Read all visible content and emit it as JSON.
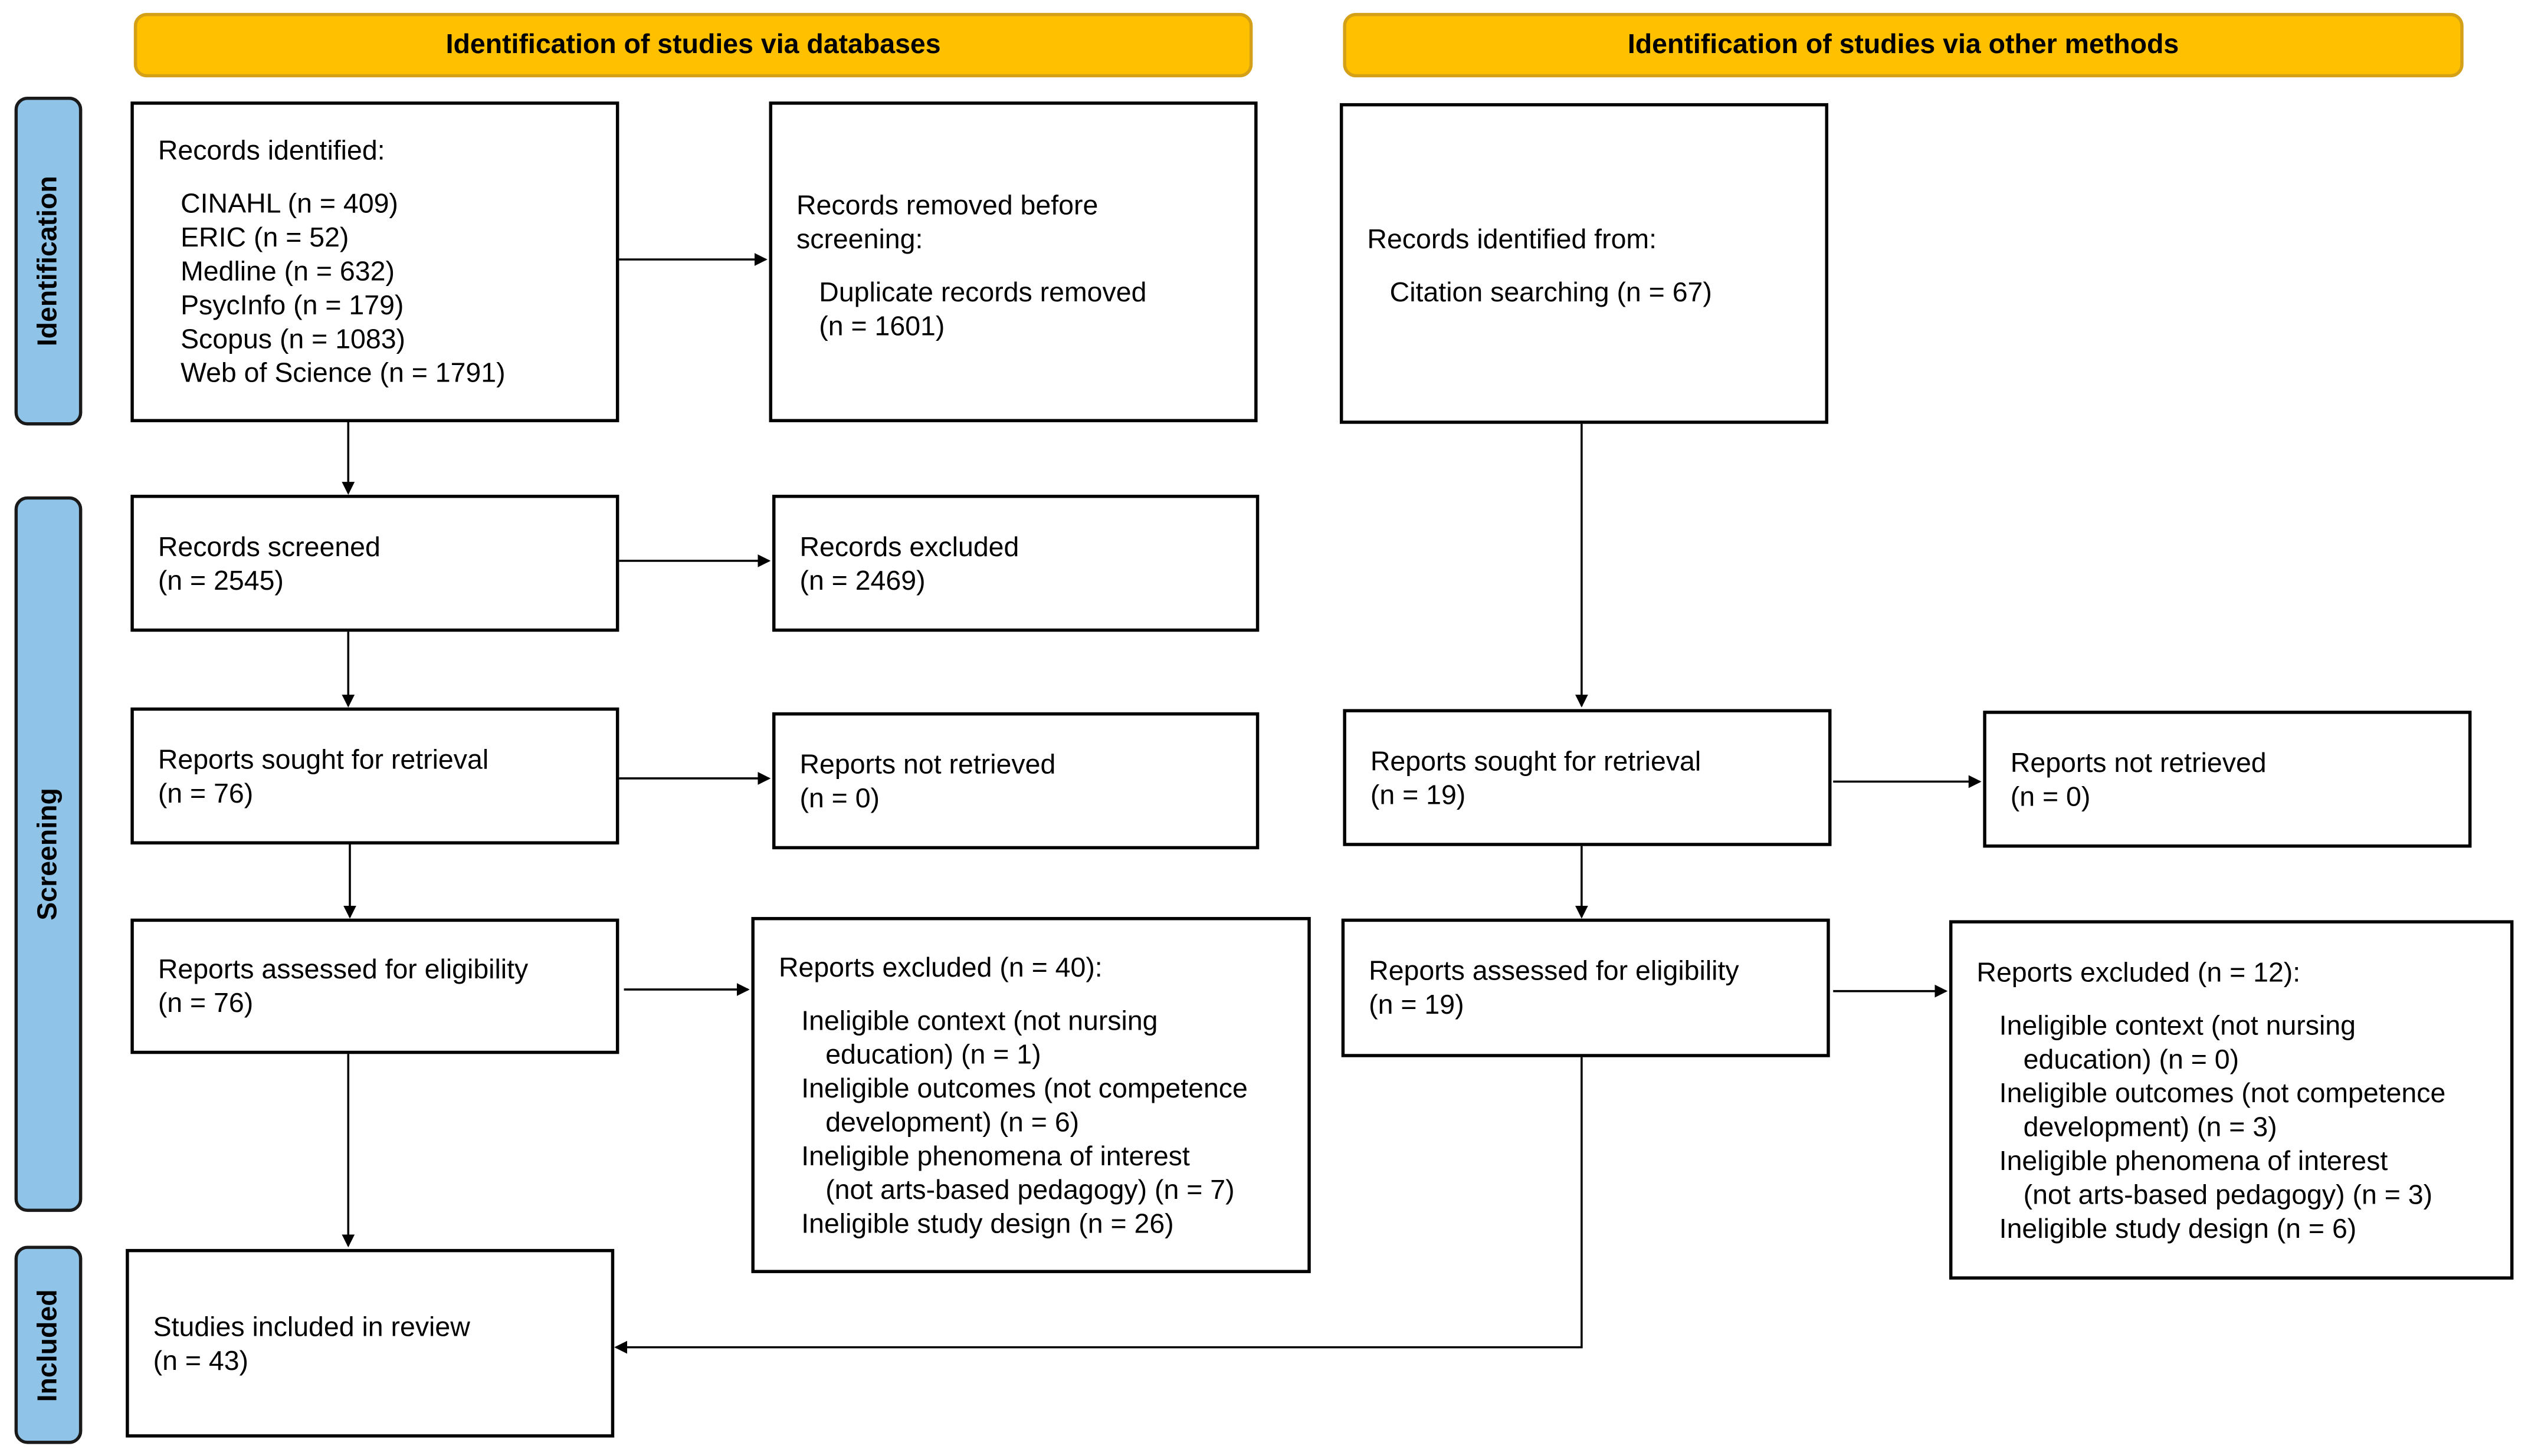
{
  "headers": {
    "databases": "Identification of studies via databases",
    "other": "Identification of studies via other methods"
  },
  "phases": {
    "identification": "Identification",
    "screening": "Screening",
    "included": "Included"
  },
  "colors": {
    "header": "#FFC000",
    "phase": "#8FC3E8"
  },
  "db": {
    "identified": {
      "title": "Records identified:",
      "sources": [
        "CINAHL (n = 409)",
        "ERIC (n = 52)",
        "Medline (n = 632)",
        "PsycInfo (n = 179)",
        "Scopus (n = 1083)",
        "Web of Science (n = 1791)"
      ]
    },
    "removed": {
      "title": "Records removed before",
      "title2": "screening:",
      "item": "Duplicate records removed",
      "item2": "(n = 1601)"
    },
    "screened": {
      "title": "Records screened",
      "n": "(n = 2545)"
    },
    "excluded": {
      "title": "Records excluded",
      "n": "(n = 2469)"
    },
    "sought": {
      "title": "Reports sought for retrieval",
      "n": "(n = 76)"
    },
    "not_retrieved": {
      "title": "Reports not retrieved",
      "n": "(n = 0)"
    },
    "assessed": {
      "title": "Reports assessed for eligibility",
      "n": "(n = 76)"
    },
    "reports_excluded": {
      "title": "Reports excluded (n = 40):",
      "lines": [
        "Ineligible context (not nursing",
        "education) (n = 1)",
        "Ineligible outcomes (not competence",
        "development) (n = 6)",
        "Ineligible phenomena of interest",
        "(not arts-based pedagogy) (n = 7)",
        "Ineligible study design (n = 26)"
      ]
    },
    "included": {
      "title": "Studies included in review",
      "n": "(n = 43)"
    }
  },
  "other": {
    "identified": {
      "title": "Records identified from:",
      "item": "Citation searching (n = 67)"
    },
    "sought": {
      "title": "Reports sought for retrieval",
      "n": "(n = 19)"
    },
    "not_retrieved": {
      "title": "Reports not retrieved",
      "n": "(n = 0)"
    },
    "assessed": {
      "title": "Reports assessed for eligibility",
      "n": "(n = 19)"
    },
    "reports_excluded": {
      "title": "Reports excluded (n = 12):",
      "lines": [
        "Ineligible context (not nursing",
        "education) (n = 0)",
        "Ineligible outcomes (not competence",
        "development) (n = 3)",
        "Ineligible phenomena of interest",
        "(not arts-based pedagogy) (n = 3)",
        "Ineligible study design (n = 6)"
      ]
    }
  }
}
